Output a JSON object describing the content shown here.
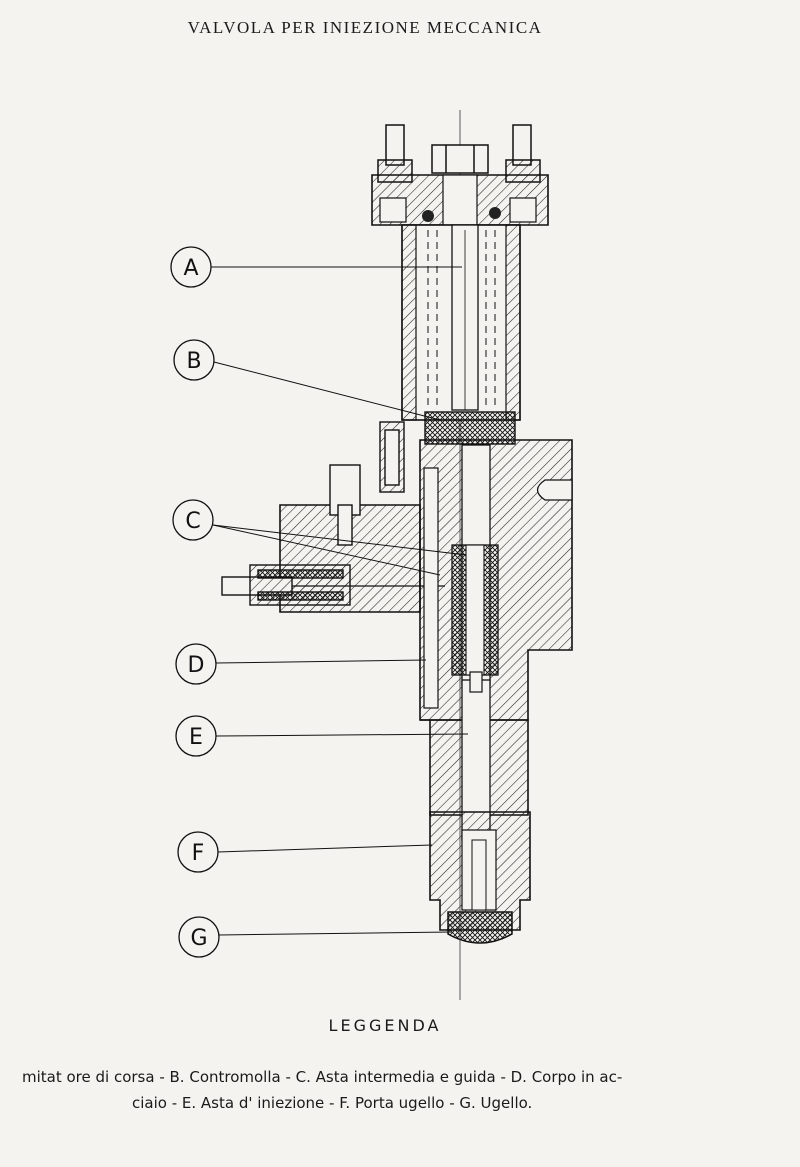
{
  "title": "VALVOLA PER INIEZIONE MECCANICA",
  "callouts": [
    "A",
    "B",
    "C",
    "D",
    "E",
    "F",
    "G"
  ],
  "legend_heading": "LEGGENDA",
  "legend_line1": "mitat ore  di corsa  -  B. Contromolla  -  C. Asta intermedia e guida  -  D. Corpo in ac-",
  "legend_line2": "ciaio  -  E. Asta d' iniezione  -  F. Porta ugello  -  G. Ugello.",
  "colors": {
    "paper": "#f4f3ef",
    "ink": "#1a1a1a"
  }
}
